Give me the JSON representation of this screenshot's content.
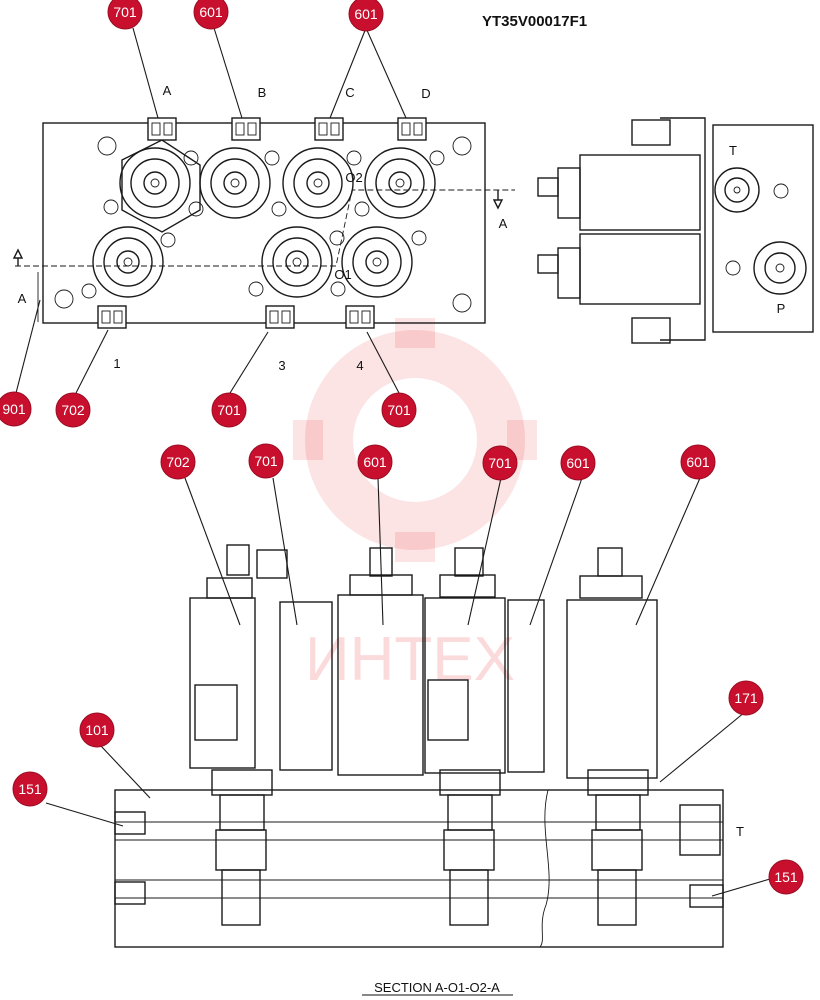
{
  "drawing_code": "YT35V00017F1",
  "section_label": "SECTION  A-O1-O2-A",
  "watermark_text": "ИНТЕХ",
  "top_view": {
    "port_letters": [
      "A",
      "B",
      "C",
      "D"
    ],
    "port_numbers": [
      "1",
      "3",
      "4"
    ],
    "section_markers": [
      "A",
      "A"
    ],
    "center_marks": [
      "O2",
      "O1"
    ]
  },
  "side_view": {
    "port_labels": [
      "T",
      "P"
    ]
  },
  "section_view": {
    "port_label": "T"
  },
  "callouts": {
    "top_701_a": "701",
    "top_601_b": "601",
    "top_601_cd": "601",
    "bot_901": "901",
    "bot_702": "702",
    "bot_701_3": "701",
    "bot_701_4": "701",
    "sec_702": "702",
    "sec_701_a": "701",
    "sec_601_a": "601",
    "sec_701_b": "701",
    "sec_601_b": "601",
    "sec_601_c": "601",
    "sec_101": "101",
    "sec_171": "171",
    "sec_151_left": "151",
    "sec_151_right": "151"
  },
  "colors": {
    "callout": "#c8102e",
    "line": "#1a1a1a",
    "watermark": "#e8232c"
  }
}
